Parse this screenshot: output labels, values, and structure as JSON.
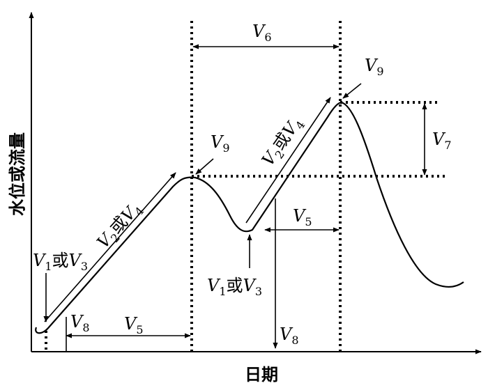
{
  "axes": {
    "x_title": "日期",
    "y_title": "水位或流量"
  },
  "labels": {
    "v1_or_v3": {
      "v": "V",
      "a": "1",
      "or": "或",
      "b": "V",
      "c": "3"
    },
    "v2_or_v4": {
      "v": "V",
      "a": "2",
      "or": "或",
      "b": "V",
      "c": "4"
    },
    "v5": {
      "v": "V",
      "s": "5"
    },
    "v6": {
      "v": "V",
      "s": "6"
    },
    "v7": {
      "v": "V",
      "s": "7"
    },
    "v8": {
      "v": "V",
      "s": "8"
    },
    "v9": {
      "v": "V",
      "s": "9"
    }
  },
  "colors": {
    "ink": "#000000",
    "background": "#ffffff"
  }
}
